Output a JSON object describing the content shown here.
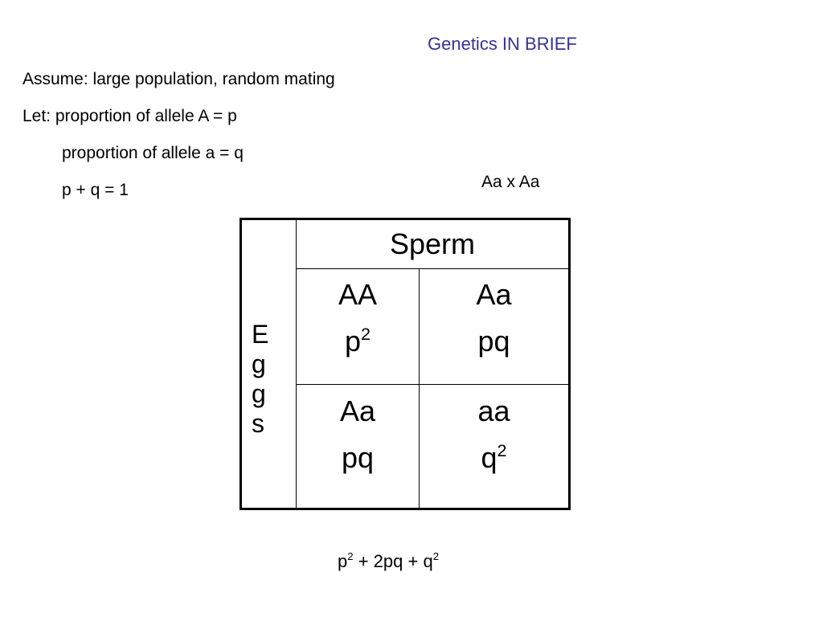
{
  "title": "Genetics IN BRIEF",
  "assume": "Assume:  large population, random mating",
  "let_line": "Let: proportion of allele A = p",
  "q_line": "proportion of allele a = q",
  "sum_line": "p + q = 1",
  "cross": "Aa x Aa",
  "punnett": {
    "column_header": "Sperm",
    "row_header_letters": [
      "E",
      "g",
      "g",
      "s"
    ],
    "cells": [
      {
        "genotype": "AA",
        "freq_base": "p",
        "freq_exp": "2"
      },
      {
        "genotype": "Aa",
        "freq_base": "pq",
        "freq_exp": ""
      },
      {
        "genotype": "Aa",
        "freq_base": "pq",
        "freq_exp": ""
      },
      {
        "genotype": "aa",
        "freq_base": "q",
        "freq_exp": "2"
      }
    ]
  },
  "formula": {
    "t1": "p",
    "e1": "2",
    "t2": " + 2pq + q",
    "e2": "2"
  },
  "colors": {
    "title": "#333399",
    "text": "#000000"
  }
}
